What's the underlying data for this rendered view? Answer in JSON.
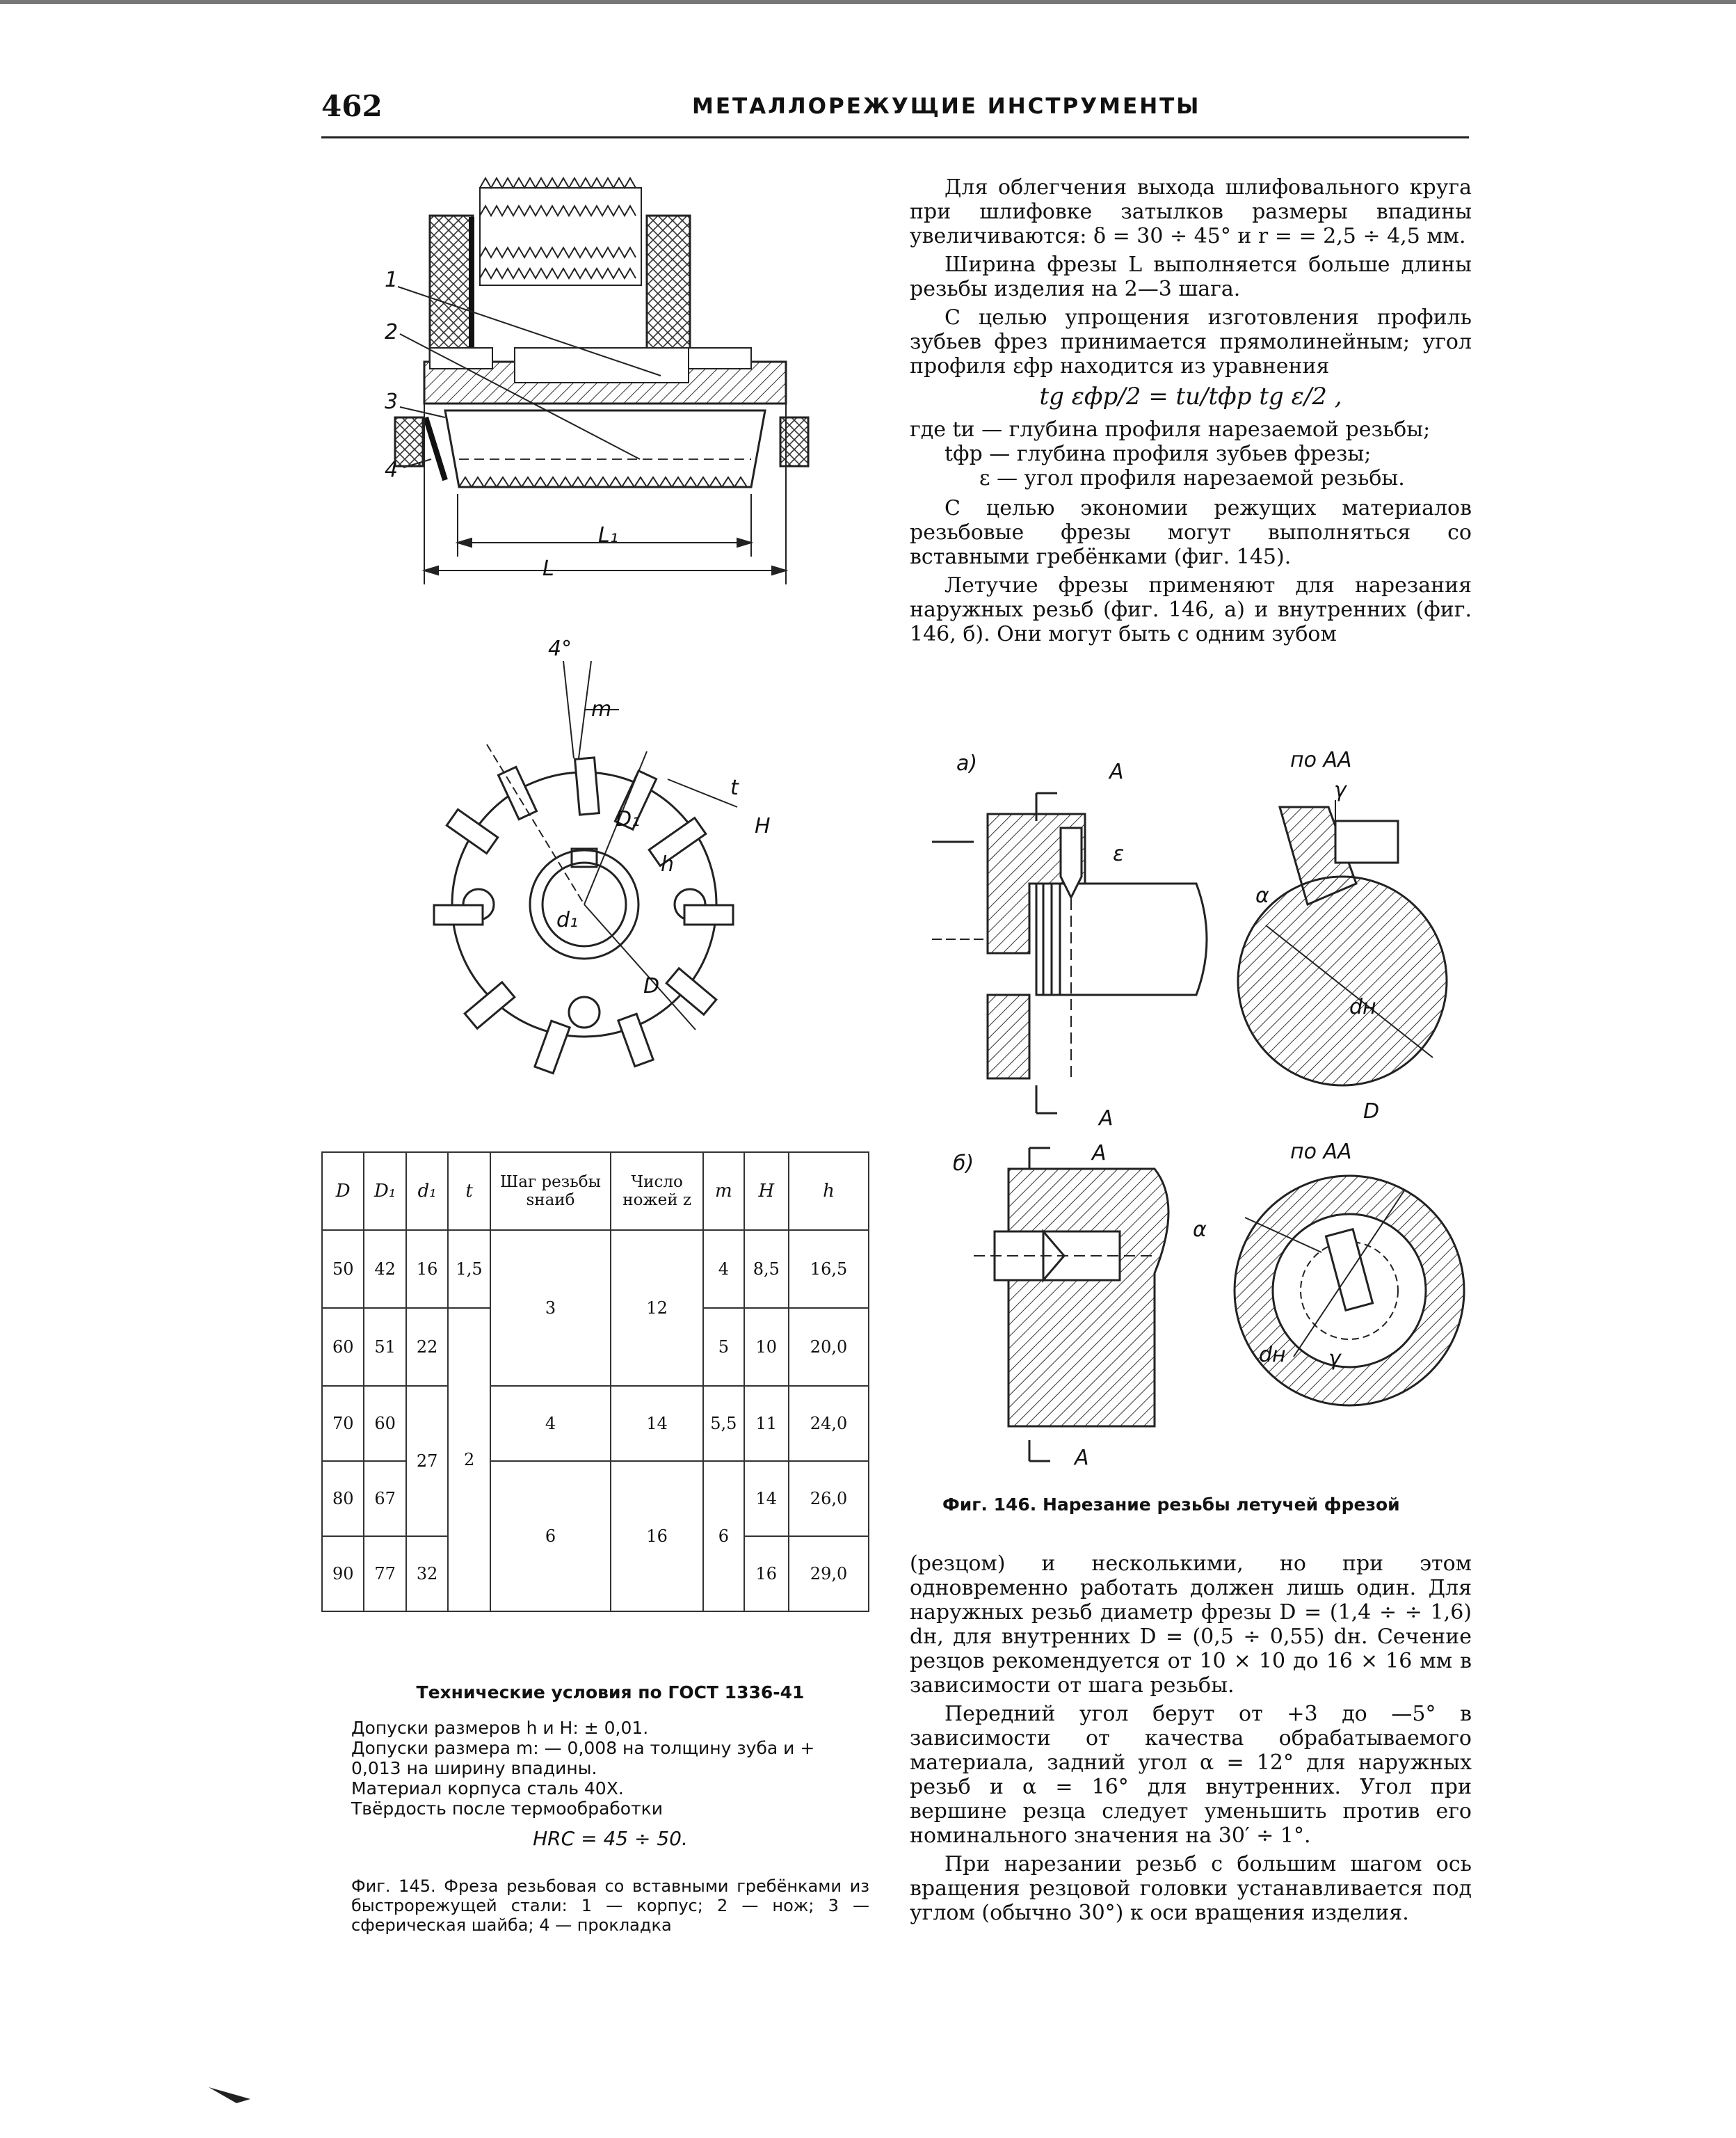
{
  "header": {
    "page_number": "462",
    "title": "МЕТАЛЛОРЕЖУЩИЕ ИНСТРУМЕНТЫ"
  },
  "right_text": {
    "p1": "Для облегчения выхода шлифовального круга при шлифовке затылков размеры впадины увеличиваются: δ = 30 ÷ 45° и r = = 2,5 ÷ 4,5 мм.",
    "p2": "Ширина фрезы L выполняется больше длины резьбы изделия на 2—3 шага.",
    "p3": "С целью упрощения изготовления профиль зубьев фрез принимается прямолинейным; угол профиля εфр находится из уравнения",
    "equation": "tg εфр/2 = tи/tфр tg ε/2 ,",
    "where_1": "где tи — глубина профиля нарезаемой резьбы;",
    "where_2": "tфр — глубина профиля зубьев фрезы;",
    "where_3": "ε — угол профиля нарезаемой резьбы.",
    "p4": "С целью экономии режущих материалов резьбовые фрезы могут выполняться со вставными гребёнками (фиг. 145).",
    "p5": "Летучие фрезы применяют для нарезания наружных резьб (фиг. 146, а) и внутренних (фиг. 146, б). Они могут быть с одним зубом",
    "p6": "(резцом) и несколькими, но при этом одновременно работать должен лишь один. Для наружных резьб диаметр фрезы D = (1,4 ÷ ÷ 1,6) dн, для внутренних D = (0,5 ÷ 0,55) dн. Сечение резцов рекомендуется от 10 × 10 до 16 × 16 мм в зависимости от шага резьбы.",
    "p7": "Передний угол берут от +3 до —5° в зависимости от качества обрабатываемого материала, задний угол α = 12° для наружных резьб и α = 16° для внутренних. Угол при вершине резца следует уменьшить против его номинального значения на 30′ ÷ 1°.",
    "p8": "При нарезании резьб с большим шагом ось вращения резцовой головки устанавливается под углом (обычно 30°) к оси вращения изделия."
  },
  "fig145_labels": {
    "l1": "1",
    "l2": "2",
    "l3": "3",
    "l4": "4",
    "L": "L",
    "L1": "L₁",
    "angle": "4°",
    "m": "m",
    "t": "t",
    "H": "H",
    "h": "h",
    "D": "D",
    "D1": "D₁",
    "d1": "d₁"
  },
  "fig146_labels": {
    "a": "а)",
    "b": "б)",
    "arrow_A": "A",
    "section": "по АА",
    "gamma": "γ",
    "alpha": "α",
    "epsilon": "ε",
    "dn": "dн",
    "D": "D"
  },
  "fig146_caption": "Фиг. 146. Нарезание резьбы летучей фрезой",
  "table": {
    "headers": [
      "D",
      "D₁",
      "d₁",
      "t",
      "Шаг резьбы sнаиб",
      "Число ножей z",
      "m",
      "H",
      "h"
    ],
    "col_D": [
      "50",
      "60",
      "70",
      "80",
      "90"
    ],
    "col_D1": [
      "42",
      "51",
      "60",
      "67",
      "77"
    ],
    "d1_r1": "16",
    "d1_r2": "22",
    "d1_r345": "27",
    "d1_r5": "32",
    "t_r1": "1,5",
    "t_rest": "2",
    "s_r12": "3",
    "s_r3": "4",
    "s_r45": "6",
    "z_r12": "12",
    "z_r3": "14",
    "z_r45": "16",
    "m_r1": "4",
    "m_r2": "5",
    "m_r3": "5,5",
    "m_r45": "6",
    "col_H": [
      "8,5",
      "10",
      "11",
      "14",
      "16"
    ],
    "col_h": [
      "16,5",
      "20,0",
      "24,0",
      "26,0",
      "29,0"
    ]
  },
  "tech": {
    "heading": "Технические условия по ГОСТ 1336-41",
    "line1": "Допуски размеров h и H: ± 0,01.",
    "line2": "Допуски размера m: — 0,008 на толщину зуба и + 0,013 на ширину впадины.",
    "line3": "Материал корпуса сталь 40Х.",
    "line4": "Твёрдость после термообработки",
    "formula": "HRC = 45 ÷ 50."
  },
  "fig145_caption": "Фиг. 145. Фреза резьбовая со вставными гребёнками из быстрорежущей стали: 1 — корпус; 2 — нож; 3 — сферическая шайба; 4 — прокладка"
}
